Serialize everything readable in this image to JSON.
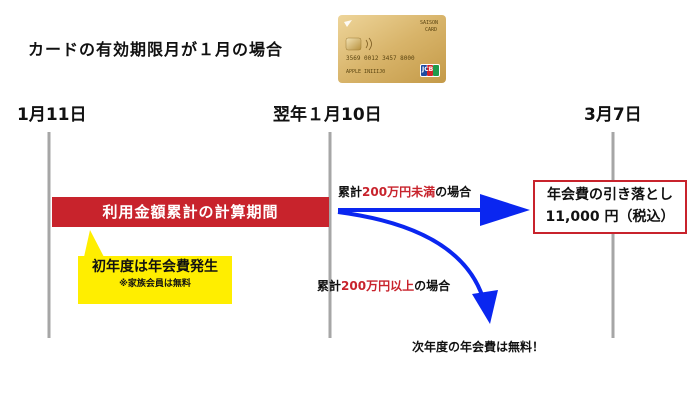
{
  "heading": "カードの有効期限月が１月の場合",
  "card": {
    "brand_top": "SAISON",
    "brand_bottom": "CARD",
    "number": "3569 0012 3457 8000",
    "holder": "APPLE INIIIJ0",
    "network": "JCB",
    "colors": {
      "gold_light": "#e8cd8f",
      "gold_dark": "#c49a48"
    }
  },
  "dates": [
    "1月11日",
    "翌年１月10日",
    "3月7日"
  ],
  "period_band": {
    "label": "利用金額累計の計算期間",
    "color": "#c8232c"
  },
  "note": {
    "main": "初年度は年会費発生",
    "sub": "※家族会員は無料",
    "color": "#ffee00"
  },
  "branch_under": {
    "prefix": "累計",
    "amount": "200万円未満",
    "suffix": "の場合"
  },
  "branch_over": {
    "prefix": "累計",
    "amount": "200万円以上",
    "suffix": "の場合"
  },
  "result": {
    "line1": "年会費の引き落とし",
    "line2": "11,000 円（税込）",
    "border_color": "#c8232c"
  },
  "free_text": "次年度の年会費は無料！",
  "colors": {
    "arrow": "#0a26f0",
    "timeline": "#a6a6a6"
  }
}
